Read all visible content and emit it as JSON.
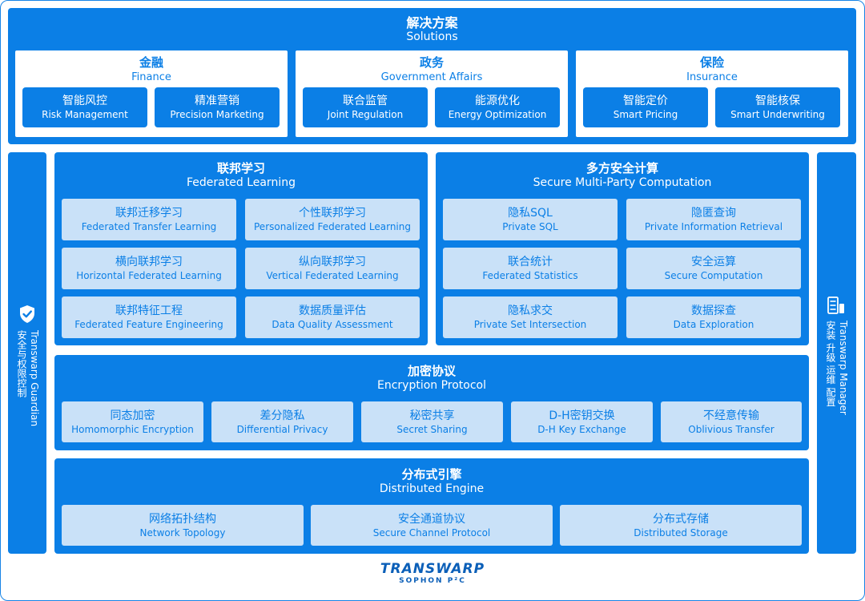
{
  "solutions": {
    "title_zh": "解决方案",
    "title_en": "Solutions",
    "groups": [
      {
        "title_zh": "金融",
        "title_en": "Finance",
        "items": [
          {
            "zh": "智能风控",
            "en": "Risk Management"
          },
          {
            "zh": "精准营销",
            "en": "Precision Marketing"
          }
        ]
      },
      {
        "title_zh": "政务",
        "title_en": "Government Affairs",
        "items": [
          {
            "zh": "联合监管",
            "en": "Joint Regulation"
          },
          {
            "zh": "能源优化",
            "en": "Energy Optimization"
          }
        ]
      },
      {
        "title_zh": "保险",
        "title_en": "Insurance",
        "items": [
          {
            "zh": "智能定价",
            "en": "Smart Pricing"
          },
          {
            "zh": "智能核保",
            "en": "Smart  Underwriting"
          }
        ]
      }
    ]
  },
  "left_side": {
    "label_en": "Transwarp Guardian",
    "label_zh": "安全与权限控制",
    "icon": "shield-check-icon"
  },
  "right_side": {
    "label_en": "Transwarp Manager",
    "label_zh": "安装 升级 运维 配置",
    "icon": "server-icon"
  },
  "federated": {
    "title_zh": "联邦学习",
    "title_en": "Federated Learning",
    "items": [
      {
        "zh": "联邦迁移学习",
        "en": "Federated Transfer Learning"
      },
      {
        "zh": "个性联邦学习",
        "en": "Personalized Federated Learning"
      },
      {
        "zh": "横向联邦学习",
        "en": "Horizontal Federated Learning"
      },
      {
        "zh": "纵向联邦学习",
        "en": "Vertical Federated Learning"
      },
      {
        "zh": "联邦特征工程",
        "en": "Federated Feature Engineering"
      },
      {
        "zh": "数据质量评估",
        "en": "Data Quality Assessment"
      }
    ]
  },
  "mpc": {
    "title_zh": "多方安全计算",
    "title_en": "Secure Multi-Party Computation",
    "items": [
      {
        "zh": "隐私SQL",
        "en": "Private SQL"
      },
      {
        "zh": "隐匿查询",
        "en": "Private Information Retrieval"
      },
      {
        "zh": "联合统计",
        "en": "Federated Statistics"
      },
      {
        "zh": "安全运算",
        "en": "Secure Computation"
      },
      {
        "zh": "隐私求交",
        "en": "Private Set Intersection"
      },
      {
        "zh": "数据探查",
        "en": "Data Exploration"
      }
    ]
  },
  "encryption": {
    "title_zh": "加密协议",
    "title_en": "Encryption Protocol",
    "items": [
      {
        "zh": "同态加密",
        "en": "Homomorphic Encryption"
      },
      {
        "zh": "差分隐私",
        "en": "Differential Privacy"
      },
      {
        "zh": "秘密共享",
        "en": "Secret Sharing"
      },
      {
        "zh": "D-H密钥交换",
        "en": "D-H Key Exchange"
      },
      {
        "zh": "不经意传输",
        "en": "Oblivious Transfer"
      }
    ]
  },
  "engine": {
    "title_zh": "分布式引擎",
    "title_en": "Distributed Engine",
    "items": [
      {
        "zh": "网络拓扑结构",
        "en": "Network Topology"
      },
      {
        "zh": "安全通道协议",
        "en": "Secure Channel Protocol"
      },
      {
        "zh": "分布式存储",
        "en": "Distributed Storage"
      }
    ]
  },
  "logo": {
    "main": "TRANSWARP",
    "sub": "SOPHON P²C"
  }
}
